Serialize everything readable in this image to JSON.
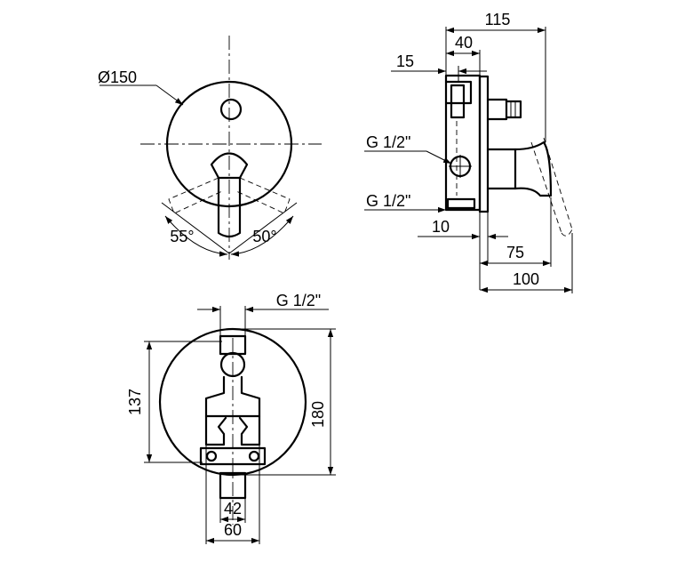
{
  "front_view": {
    "diameter_label": "Ø150",
    "angle_left_label": "55°",
    "angle_right_label": "50°"
  },
  "side_view": {
    "depth_total_label": "115",
    "depth_40_label": "40",
    "depth_15_label": "15",
    "thread_upper_label": "G 1/2\"",
    "thread_lower_label": "G 1/2\"",
    "depth_10_label": "10",
    "depth_75_label": "75",
    "depth_100_label": "100"
  },
  "body_view": {
    "thread_label": "G 1/2\"",
    "height_137_label": "137",
    "height_180_label": "180",
    "width_42_label": "42",
    "width_60_label": "60"
  }
}
